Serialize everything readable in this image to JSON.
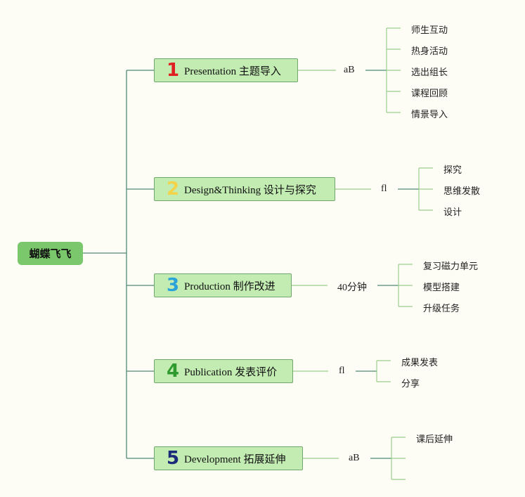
{
  "root": {
    "label": "蝴蝶飞飞"
  },
  "branches": [
    {
      "num": "1",
      "num_color": "#e02020",
      "label": "Presentation 主题导入",
      "mid": "aB",
      "leaves": [
        "师生互动",
        "热身活动",
        "选出组长",
        "课程回顾",
        "情景导入"
      ]
    },
    {
      "num": "2",
      "num_color": "#f2d34a",
      "label": "Design&Thinking 设计与探究",
      "mid": "fl",
      "leaves": [
        "探究",
        "思维发散",
        "设计"
      ]
    },
    {
      "num": "3",
      "num_color": "#2aa3d8",
      "label": "Production 制作改进",
      "mid": "40分钟",
      "leaves": [
        "复习磁力单元",
        "模型搭建",
        "升级任务"
      ]
    },
    {
      "num": "4",
      "num_color": "#2f9b2f",
      "label": "Publication 发表评价",
      "mid": "fl",
      "leaves": [
        "成果发表",
        "分享"
      ]
    },
    {
      "num": "5",
      "num_color": "#1c2a7a",
      "label": "Development 拓展延伸",
      "mid": "aB",
      "leaves": [
        "课后延伸",
        "",
        ""
      ]
    }
  ]
}
